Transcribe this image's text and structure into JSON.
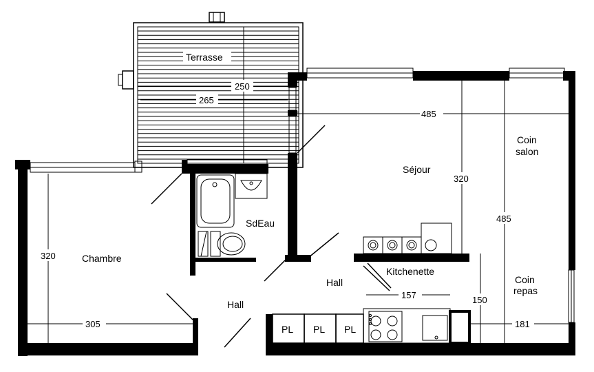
{
  "rooms": {
    "terrasse": "Terrasse",
    "sejour": "Séjour",
    "coin_salon_1": "Coin",
    "coin_salon_2": "salon",
    "sdeau": "SdEau",
    "chambre": "Chambre",
    "kitchenette": "Kitchenette",
    "hall_1": "Hall",
    "hall_2": "Hall",
    "coin_repas_1": "Coin",
    "coin_repas_2": "repas"
  },
  "dimensions": {
    "terrasse_width": "250",
    "terrasse_inner": "265",
    "sejour_width": "485",
    "sejour_depth": "320",
    "sejour_full_depth": "485",
    "chambre_depth": "320",
    "chambre_width": "305",
    "kitchen_width": "157",
    "kitchen_depth": "150",
    "repas_width": "181"
  },
  "closets": [
    "PL",
    "PL",
    "PL"
  ]
}
